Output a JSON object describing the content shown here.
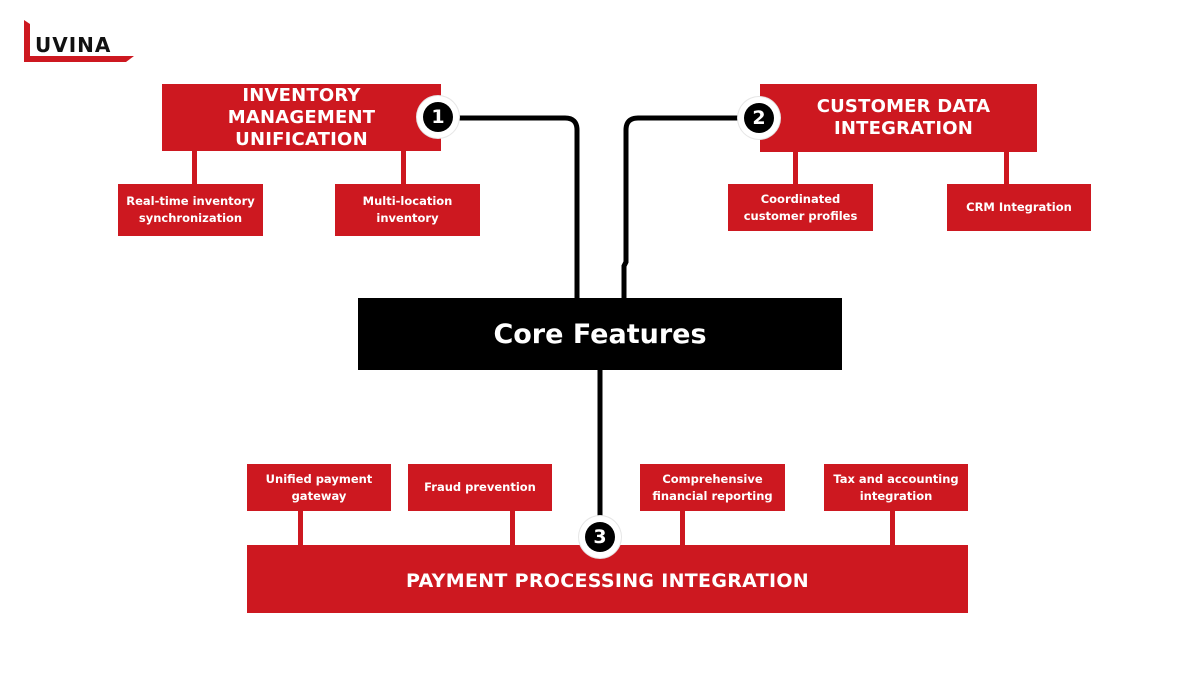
{
  "logo": {
    "text": "UVINA",
    "full_name": "LUVINA",
    "accent_color": "#cd1820"
  },
  "colors": {
    "primary_red": "#cd1820",
    "core_black": "#000000",
    "text_white": "#ffffff"
  },
  "core": {
    "title": "Core Features"
  },
  "branches": [
    {
      "number": "1",
      "title": "INVENTORY MANAGEMENT UNIFICATION",
      "title_lines": [
        "INVENTORY",
        "MANAGEMENT",
        "UNIFICATION"
      ],
      "items": [
        "Real-time inventory synchronization",
        "Multi-location inventory"
      ]
    },
    {
      "number": "2",
      "title": "CUSTOMER DATA INTEGRATION",
      "title_lines": [
        "CUSTOMER DATA",
        "INTEGRATION"
      ],
      "items": [
        "Coordinated customer profiles",
        "CRM Integration"
      ]
    },
    {
      "number": "3",
      "title": "PAYMENT PROCESSING INTEGRATION",
      "items": [
        "Unified payment gateway",
        "Fraud prevention",
        "Comprehensive financial reporting",
        "Tax and accounting integration"
      ]
    }
  ]
}
